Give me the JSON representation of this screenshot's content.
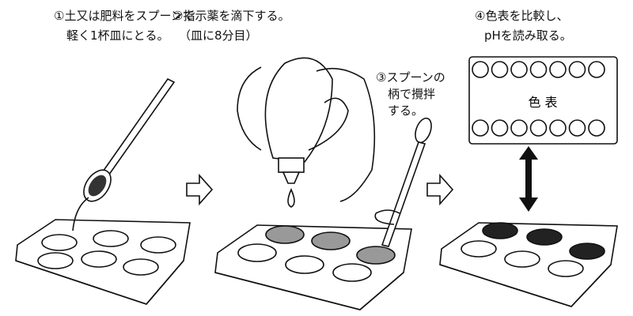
{
  "steps": [
    {
      "line1": "①土又は肥料をスプーンで",
      "line2": "軽く1杯皿にとる。"
    },
    {
      "line1": "②指示薬を滴下する。",
      "line2": "（皿に8分目）"
    },
    {
      "line1": "③スプーンの",
      "line2": "柄で攪拌",
      "line3": "する。"
    },
    {
      "line1": "④色表を比較し、",
      "line2": "pHを読み取る。"
    }
  ],
  "color_chart": {
    "label": "色 表",
    "circles_per_row": 7
  },
  "colors": {
    "line": "#111111",
    "background": "#ffffff"
  }
}
